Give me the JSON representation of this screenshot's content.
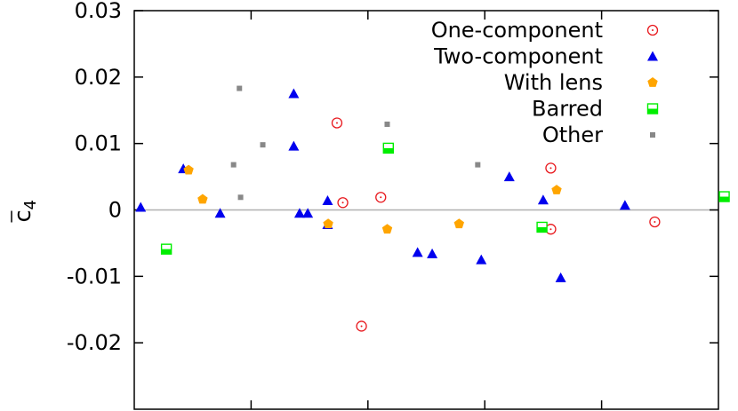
{
  "chart_data": {
    "type": "scatter",
    "title": "",
    "xlabel": "",
    "ylabel": "c̄₄",
    "ylabel_main": "c",
    "ylabel_sub": "4",
    "ylim": [
      -0.03,
      0.03
    ],
    "yticks": [
      0.03,
      0.02,
      0.01,
      0,
      -0.01,
      -0.02
    ],
    "ytick_labels": [
      "0.03",
      "0.02",
      "0.01",
      "0",
      "-0.01",
      "-0.02"
    ],
    "xlim": [
      0,
      10
    ],
    "x_tick_count": 4,
    "zero_line": true,
    "legend_position": "top-right",
    "series": [
      {
        "name": "One-component",
        "marker": "open-circle-dot",
        "color": "#e8191e",
        "points": [
          {
            "x": 3.47,
            "y": 0.0131
          },
          {
            "x": 3.57,
            "y": 0.0011
          },
          {
            "x": 4.22,
            "y": 0.0019
          },
          {
            "x": 3.89,
            "y": -0.0175
          },
          {
            "x": 7.13,
            "y": 0.0063
          },
          {
            "x": 7.13,
            "y": -0.0029
          },
          {
            "x": 8.91,
            "y": -0.0018
          }
        ]
      },
      {
        "name": "Two-component",
        "marker": "filled-triangle",
        "color": "#0000ee",
        "points": [
          {
            "x": 0.11,
            "y": 0.0004
          },
          {
            "x": 0.84,
            "y": 0.0062
          },
          {
            "x": 1.47,
            "y": -0.0005
          },
          {
            "x": 2.73,
            "y": 0.0175
          },
          {
            "x": 2.73,
            "y": 0.0096
          },
          {
            "x": 2.83,
            "y": -0.0005
          },
          {
            "x": 2.97,
            "y": -0.0005
          },
          {
            "x": 3.31,
            "y": 0.0014
          },
          {
            "x": 3.31,
            "y": -0.0022
          },
          {
            "x": 4.85,
            "y": -0.0064
          },
          {
            "x": 5.1,
            "y": -0.0066
          },
          {
            "x": 5.94,
            "y": -0.0075
          },
          {
            "x": 6.42,
            "y": 0.005
          },
          {
            "x": 7.0,
            "y": 0.0015
          },
          {
            "x": 7.3,
            "y": -0.0102
          },
          {
            "x": 8.4,
            "y": 0.0007
          }
        ]
      },
      {
        "name": "With lens",
        "marker": "filled-pentagon",
        "color": "#ffa500",
        "points": [
          {
            "x": 0.93,
            "y": 0.006
          },
          {
            "x": 1.17,
            "y": 0.0016
          },
          {
            "x": 3.32,
            "y": -0.0021
          },
          {
            "x": 4.33,
            "y": -0.0029
          },
          {
            "x": 5.56,
            "y": -0.0021
          },
          {
            "x": 7.23,
            "y": 0.003
          }
        ]
      },
      {
        "name": "Barred",
        "marker": "half-filled-square",
        "color": "#00ee00",
        "points": [
          {
            "x": 0.55,
            "y": -0.0059
          },
          {
            "x": 4.35,
            "y": 0.0093
          },
          {
            "x": 6.98,
            "y": -0.0026
          },
          {
            "x": 10.1,
            "y": 0.002
          }
        ]
      },
      {
        "name": "Other",
        "marker": "small-square",
        "color": "#888888",
        "points": [
          {
            "x": 1.8,
            "y": 0.0183
          },
          {
            "x": 1.7,
            "y": 0.0068
          },
          {
            "x": 1.82,
            "y": 0.0019
          },
          {
            "x": 2.2,
            "y": 0.0098
          },
          {
            "x": 4.33,
            "y": 0.0129
          },
          {
            "x": 5.88,
            "y": 0.0068
          }
        ]
      }
    ]
  }
}
